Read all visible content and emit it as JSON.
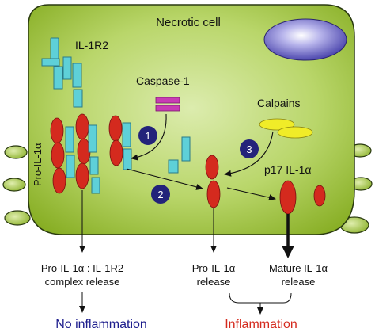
{
  "cell": {
    "title": "Necrotic cell",
    "fill": "#a4c63a",
    "stroke": "#2a3a10"
  },
  "receptor": {
    "label": "IL-1R2",
    "color": "#5ed0d8"
  },
  "pro_il1a": {
    "label": "Pro-IL-1α",
    "color": "#d42a1e"
  },
  "enzymes": {
    "caspase": {
      "label": "Caspase-1",
      "color": "#c83cb4"
    },
    "calpains": {
      "label": "Calpains",
      "color": "#f0ec28"
    }
  },
  "nucleus_color": "#4a44b0",
  "steps": [
    "1",
    "2",
    "3"
  ],
  "step_color": "#23237a",
  "p17": {
    "label": "p17 IL-1α"
  },
  "outcomes": {
    "complex_line1": "Pro-IL-1α : IL-1R2",
    "complex_line2": "complex release",
    "pro_line1": "Pro-IL-1α",
    "pro_line2": "release",
    "mature_line1": "Mature IL-1α",
    "mature_line2": "release",
    "no_inflammation": "No inflammation",
    "no_inflammation_color": "#1c1c8c",
    "inflammation": "Inflammation",
    "inflammation_color": "#d42a1e"
  }
}
